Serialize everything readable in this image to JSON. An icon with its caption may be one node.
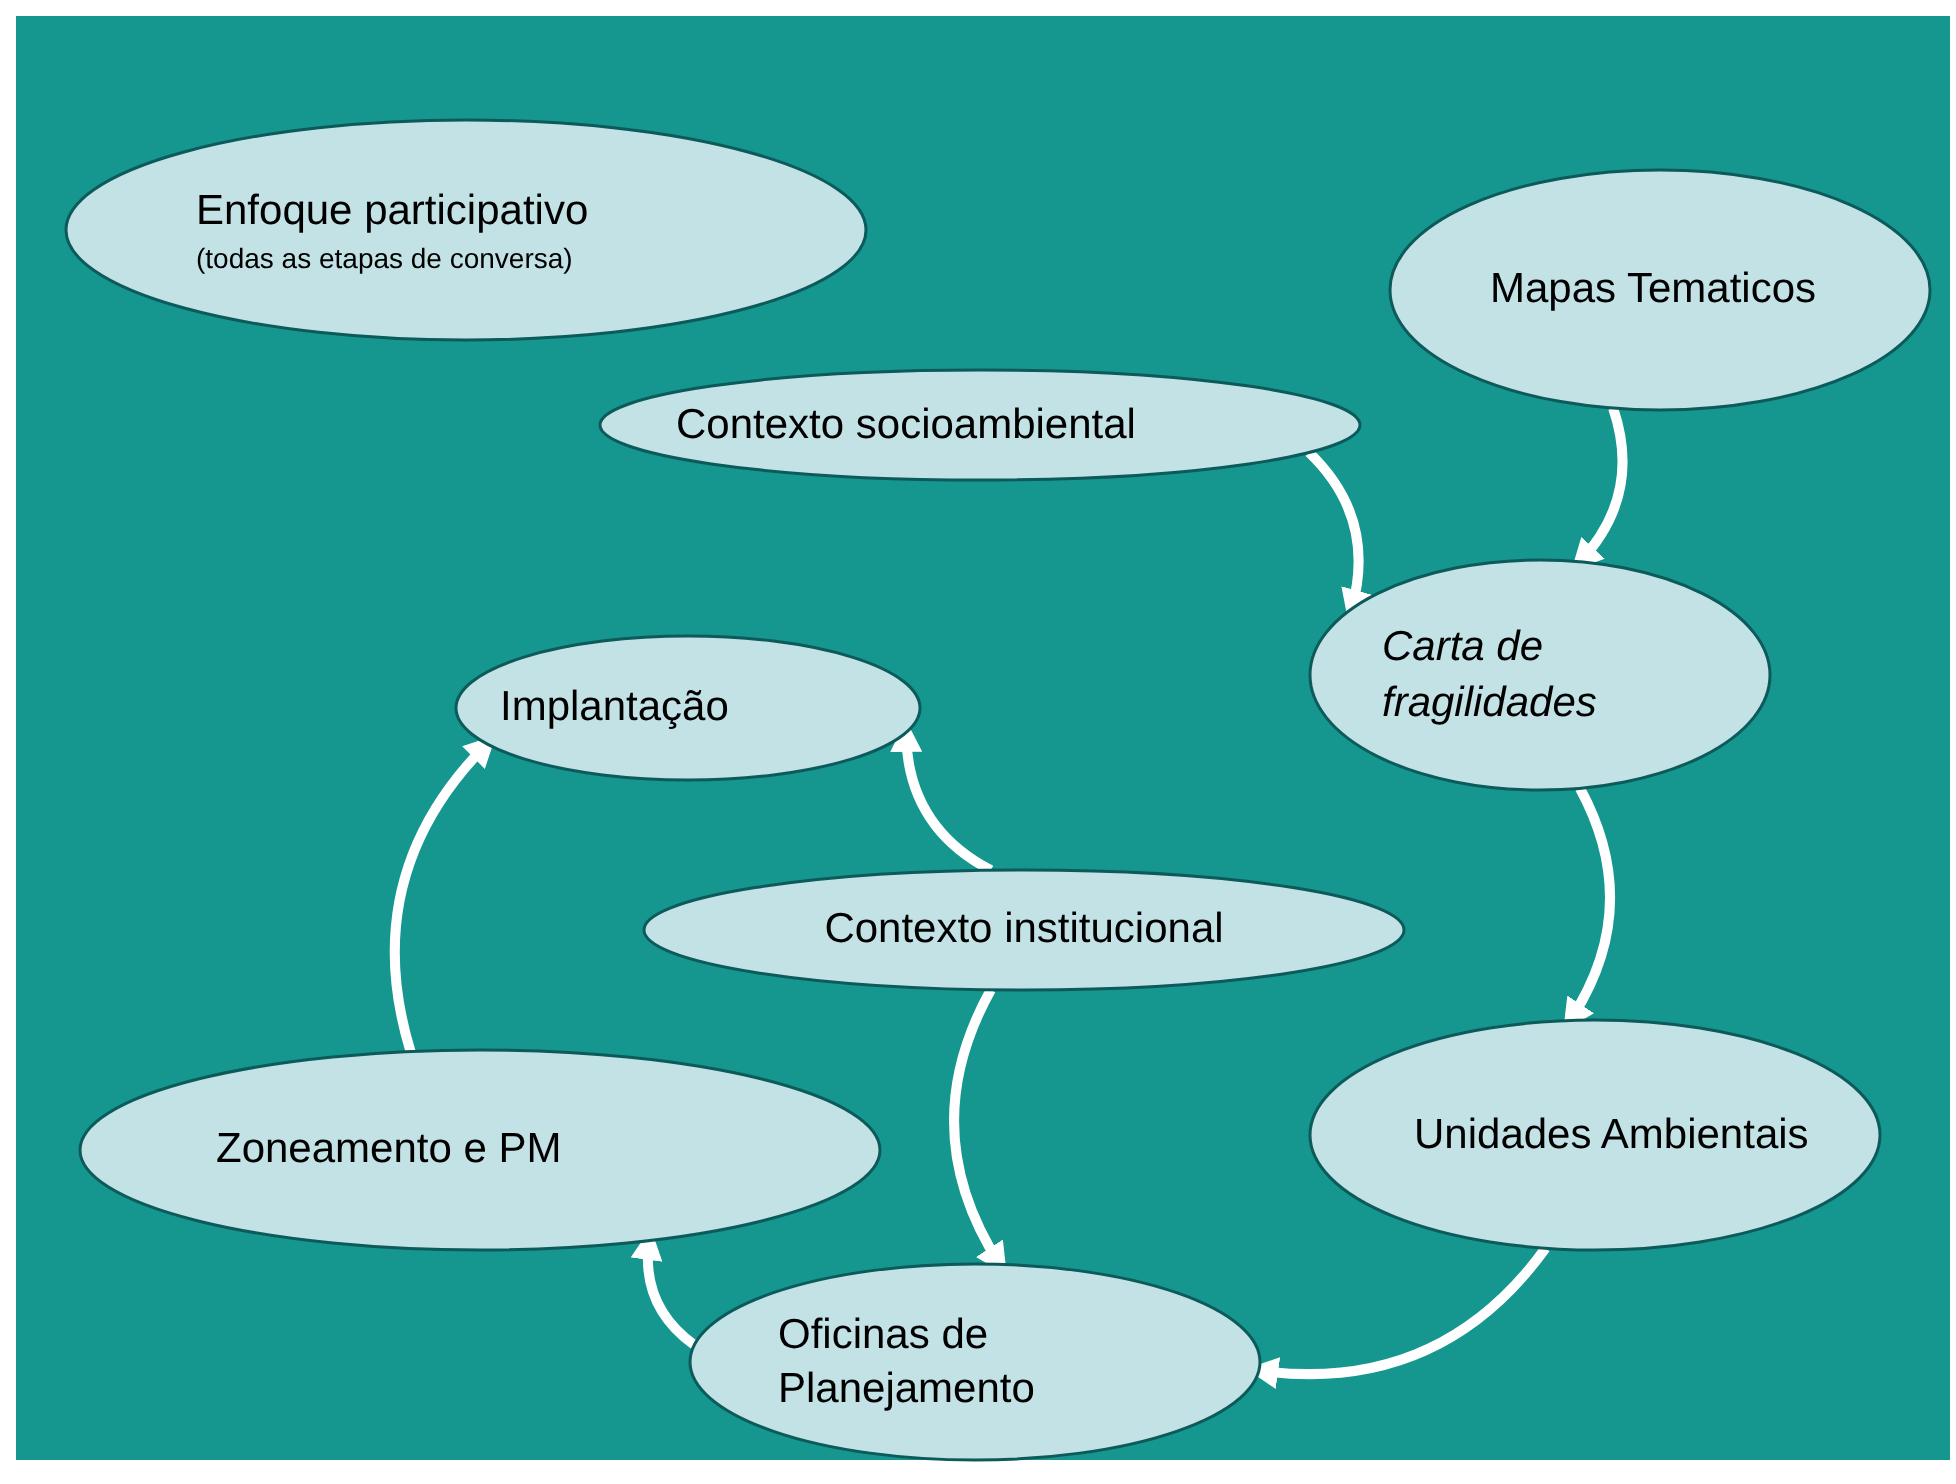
{
  "diagram": {
    "nodes": [
      {
        "text": [
          "Enfoque participativo",
          "(todas as etapas de conversa)"
        ]
      },
      {
        "text": [
          "Mapas Tematicos"
        ]
      },
      {
        "text": [
          "Contexto socioambiental"
        ]
      },
      {
        "text": [
          "*Carta de fragilidades*"
        ]
      },
      {
        "text": [
          "Implantação"
        ]
      },
      {
        "text": [
          "Contexto institucional"
        ]
      },
      {
        "text": [
          "Unidades Ambientais"
        ]
      },
      {
        "text": [
          "Zoneamento e PM"
        ]
      },
      {
        "text": [
          "Oficinas de Planejamento"
        ]
      }
    ],
    "edges": [
      {
        "from": 2,
        "to": 3,
        "arrow": "to"
      },
      {
        "from": 1,
        "to": 3,
        "arrow": "to"
      },
      {
        "from": 3,
        "to": 6,
        "arrow": "to"
      },
      {
        "from": 6,
        "to": 8,
        "arrow": "to"
      },
      {
        "from": 8,
        "to": 7,
        "arrow": "to"
      },
      {
        "from": 7,
        "to": 4,
        "arrow": "to"
      },
      {
        "from": 5,
        "to": 4,
        "arrow": "to"
      },
      {
        "from": 5,
        "to": 8,
        "arrow": "to"
      }
    ]
  }
}
